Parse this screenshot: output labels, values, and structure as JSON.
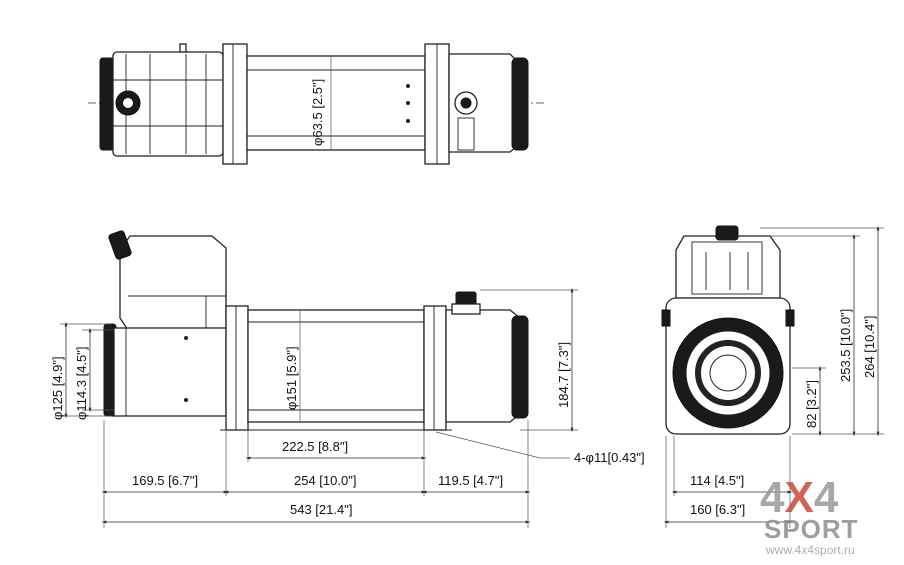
{
  "dimensions": {
    "top_view": {
      "drum_diameter": "φ63.5 [2.5\"]"
    },
    "side_view": {
      "diameter_125": "φ125 [4.9\"]",
      "diameter_114": "φ114.3 [4.5\"]",
      "drum_diameter_151": "φ151 [5.9\"]",
      "height_184": "184.7 [7.3\"]",
      "mount_spacing": "222.5 [8.8\"]",
      "mount_holes": "4-φ11[0.43\"]",
      "motor_length": "169.5 [6.7\"]",
      "drum_length": "254 [10.0\"]",
      "gearbox_length": "119.5 [4.7\"]",
      "overall_length": "543 [21.4\"]"
    },
    "end_view": {
      "height_82": "82 [3.2\"]",
      "height_253": "253.5 [10.0\"]",
      "height_264": "264 [10.4\"]",
      "width_114": "114 [4.5\"]",
      "width_160": "160 [6.3\"]"
    }
  },
  "logo": {
    "part_a": "4",
    "part_x": "X",
    "part_b": "4",
    "sport": "SPORT",
    "url": "www.4x4sport.ru"
  },
  "colors": {
    "line": "#222222",
    "logo_grey": "#9a9a9a",
    "logo_red": "#c94a3a"
  }
}
